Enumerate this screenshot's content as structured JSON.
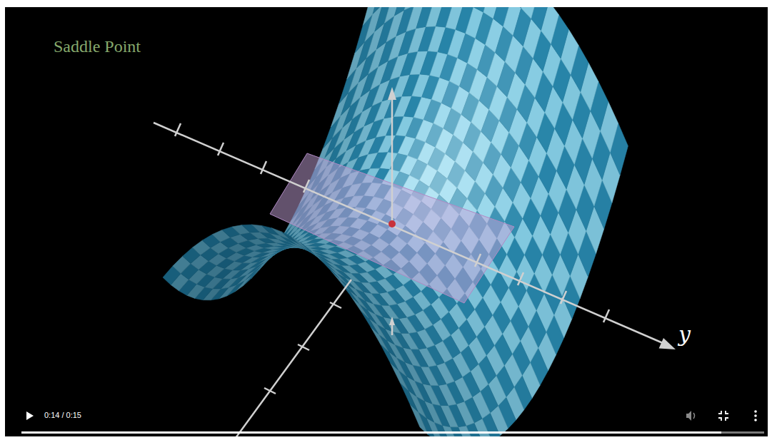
{
  "diagram": {
    "title": "Saddle Point",
    "labels": [
      "y",
      "0:14 / 0:15"
    ]
  }
}
